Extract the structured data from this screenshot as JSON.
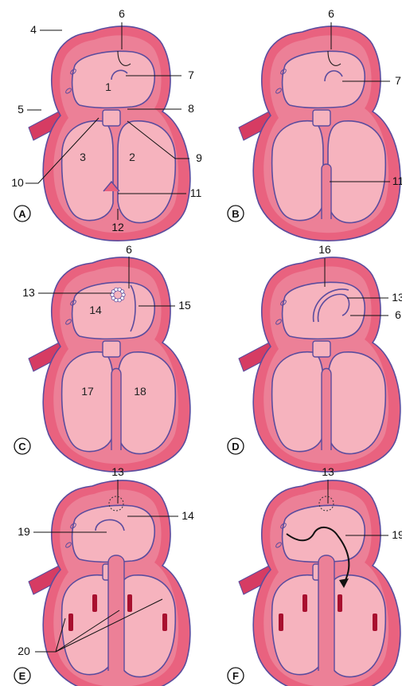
{
  "palette": {
    "outer": "#e9627f",
    "inner": "#f6b3be",
    "wall": "#ec8097",
    "outline": "#5b4c9e",
    "vessel": "#d63c63",
    "valve": "#a8102f"
  },
  "panels": [
    {
      "id": "A",
      "badge": "A",
      "inner_labels": [
        "1",
        "3",
        "2"
      ],
      "leader_labels": [
        "4",
        "5",
        "6",
        "7",
        "8",
        "9",
        "10",
        "11",
        "12"
      ]
    },
    {
      "id": "B",
      "badge": "B",
      "inner_labels": [],
      "leader_labels": [
        "6",
        "7",
        "11"
      ]
    },
    {
      "id": "C",
      "badge": "C",
      "inner_labels": [
        "14",
        "17",
        "18"
      ],
      "leader_labels": [
        "6",
        "13",
        "15"
      ]
    },
    {
      "id": "D",
      "badge": "D",
      "inner_labels": [],
      "leader_labels": [
        "16",
        "13",
        "6"
      ]
    },
    {
      "id": "E",
      "badge": "E",
      "inner_labels": [],
      "leader_labels": [
        "13",
        "14",
        "19",
        "20"
      ]
    },
    {
      "id": "F",
      "badge": "F",
      "inner_labels": [],
      "leader_labels": [
        "13",
        "19"
      ]
    }
  ]
}
